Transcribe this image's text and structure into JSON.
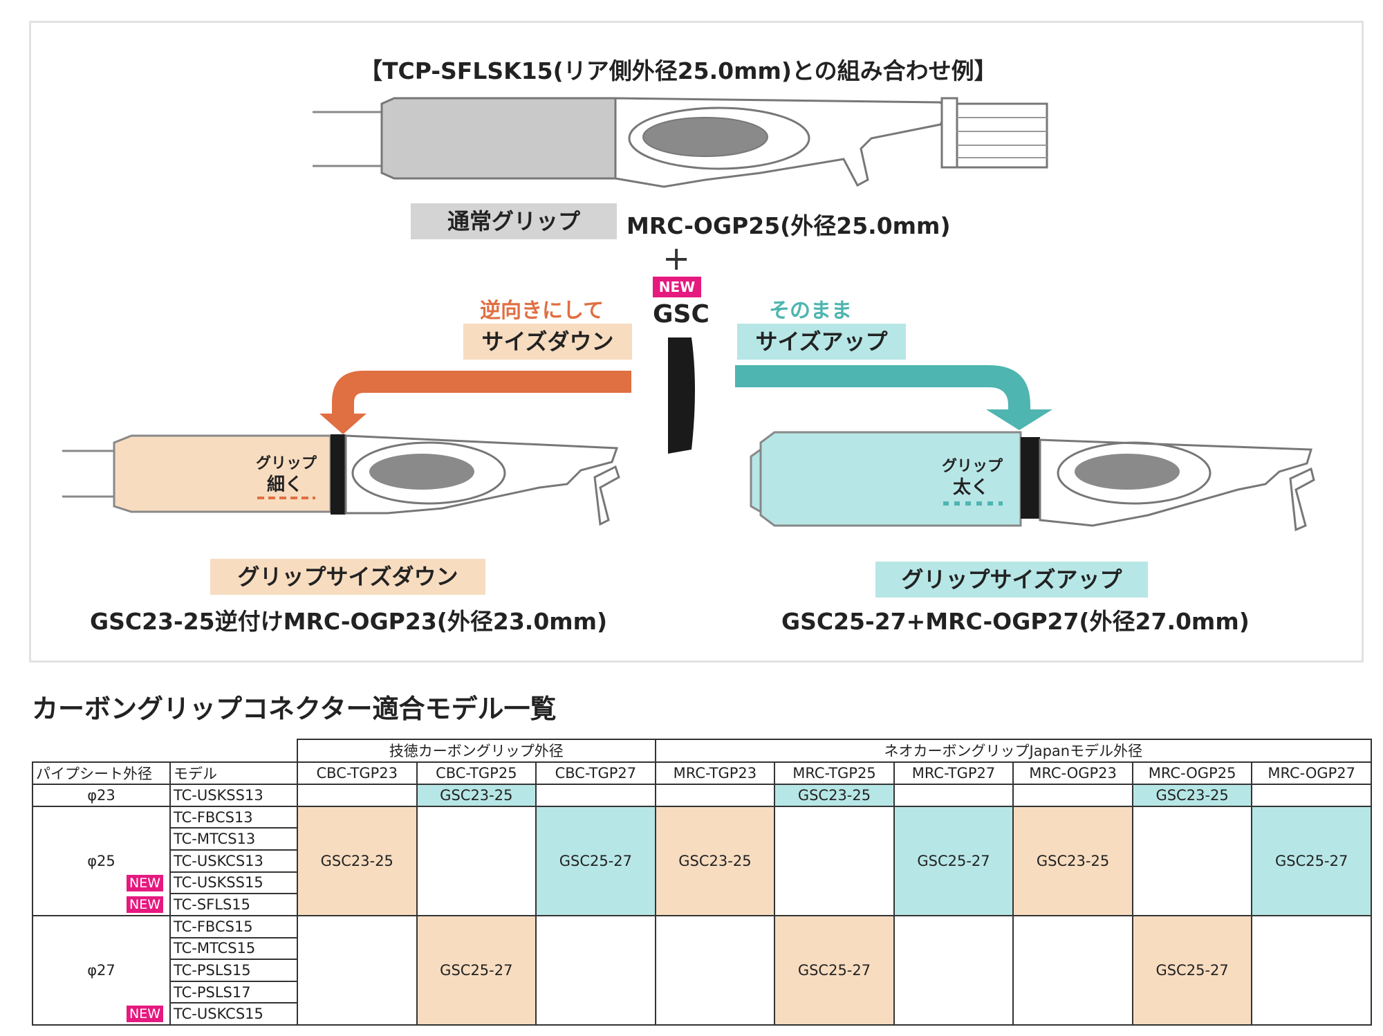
{
  "diagram": {
    "combo_title": "【TCP-SFLSK15(リア側外径25.0mm)との組み合わせ例】",
    "normal_grip_badge": "通常グリップ",
    "normal_grip_model": "MRC-OGP25(外径25.0mm)",
    "plus": "+",
    "new_badge": "NEW",
    "gsc_label": "GSC",
    "reverse_caption": "逆向きにして",
    "size_down_badge": "サイズダウン",
    "as_is_caption": "そのまま",
    "size_up_badge": "サイズアップ",
    "thinner_line1": "グリップ",
    "thinner_line2": "細く",
    "thicker_line1": "グリップ",
    "thicker_line2": "太く",
    "grip_size_down_badge": "グリップサイズダウン",
    "grip_size_down_combo": "GSC23-25逆付けMRC-OGP23(外径23.0mm)",
    "grip_size_up_badge": "グリップサイズアップ",
    "grip_size_up_combo": "GSC25-27+MRC-OGP27(外径27.0mm)"
  },
  "colors": {
    "orange": "#e06f42",
    "teal": "#4fb5b0",
    "peach": "#f7dcc0",
    "aqua": "#b7e6e6",
    "gray_grip": "#c9c9c9",
    "magenta": "#e6197f"
  },
  "section_title": "カーボングリップコネクター適合モデル一覧",
  "table": {
    "group_headers": [
      "技徳カーボングリップ外径",
      "ネオカーボングリップJapanモデル外径"
    ],
    "pipe_seat_header": "パイプシート外径",
    "model_header": "モデル",
    "columns": [
      "CBC-TGP23",
      "CBC-TGP25",
      "CBC-TGP27",
      "MRC-TGP23",
      "MRC-TGP25",
      "MRC-TGP27",
      "MRC-OGP23",
      "MRC-OGP25",
      "MRC-OGP27"
    ],
    "new_tag": "NEW",
    "groups": [
      {
        "diameter": "φ23",
        "models": [
          {
            "name": "TC-USKSS13",
            "new": false
          }
        ],
        "cells": [
          "",
          "GSC23-25",
          "",
          "",
          "GSC23-25",
          "",
          "",
          "GSC23-25",
          ""
        ]
      },
      {
        "diameter": "φ25",
        "models": [
          {
            "name": "TC-FBCS13",
            "new": false
          },
          {
            "name": "TC-MTCS13",
            "new": false
          },
          {
            "name": "TC-USKCS13",
            "new": false
          },
          {
            "name": "TC-USKSS15",
            "new": true
          },
          {
            "name": "TC-SFLS15",
            "new": true
          }
        ],
        "cells": [
          "GSC23-25",
          "",
          "GSC25-27",
          "GSC23-25",
          "",
          "GSC25-27",
          "GSC23-25",
          "",
          "GSC25-27"
        ]
      },
      {
        "diameter": "φ27",
        "models": [
          {
            "name": "TC-FBCS15",
            "new": false
          },
          {
            "name": "TC-MTCS15",
            "new": false
          },
          {
            "name": "TC-PSLS15",
            "new": false
          },
          {
            "name": "TC-PSLS17",
            "new": false
          },
          {
            "name": "TC-USKCS15",
            "new": true
          }
        ],
        "cells": [
          "",
          "GSC25-27",
          "",
          "",
          "GSC25-27",
          "",
          "",
          "GSC25-27",
          ""
        ]
      }
    ]
  }
}
